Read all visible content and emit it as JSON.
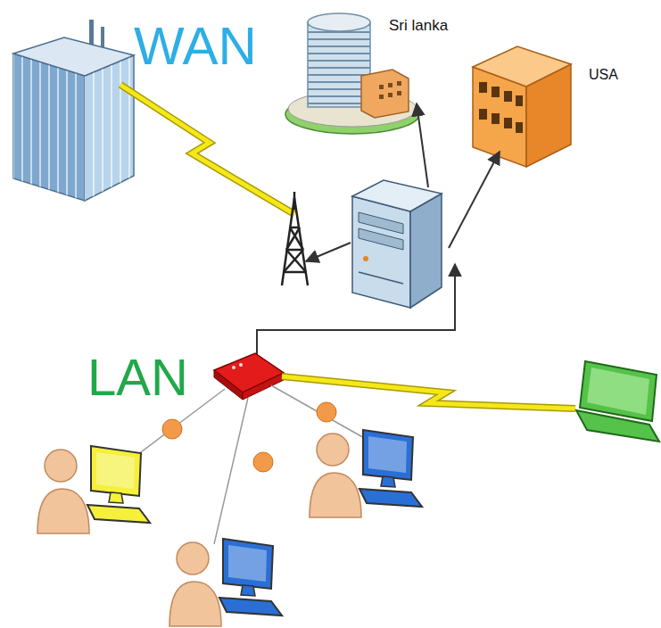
{
  "diagram": {
    "labels": [
      "WAN",
      "Sri lanka",
      "USA",
      "LAN"
    ]
  }
}
